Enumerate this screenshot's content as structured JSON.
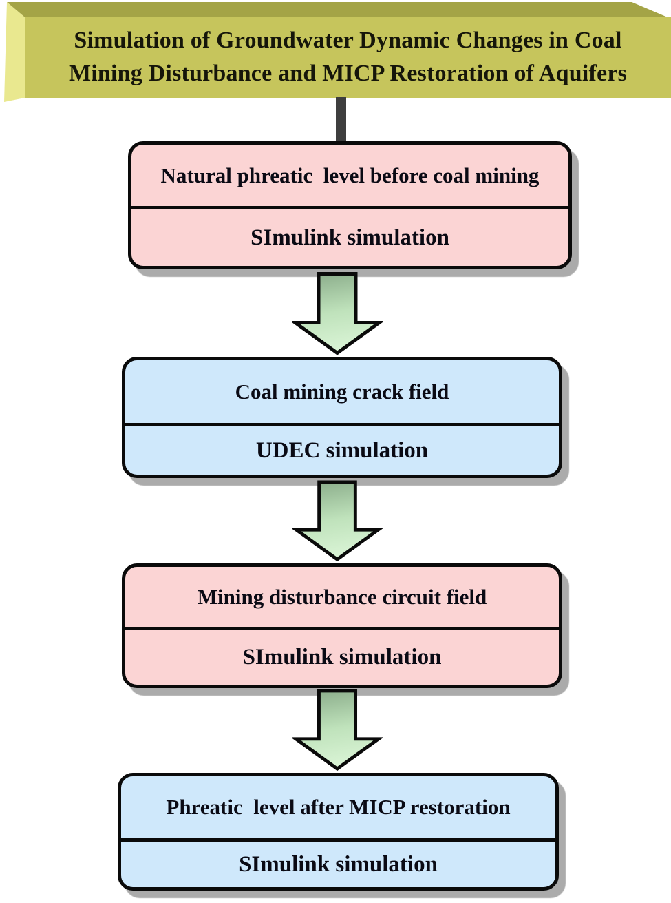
{
  "diagram": {
    "title": {
      "line1": "Simulation of Groundwater Dynamic Changes in Coal",
      "line2": "Mining Disturbance and MICP Restoration of Aquifers",
      "full": "Simulation of Groundwater Dynamic Changes in Coal Mining Disturbance and MICP Restoration of Aquifers"
    },
    "steps": [
      {
        "heading": "Natural phreatic  level before coal mining",
        "method": "SImulink simulation",
        "theme": "pink"
      },
      {
        "heading": "Coal mining crack field",
        "method": "UDEC simulation",
        "theme": "blue"
      },
      {
        "heading": "Mining disturbance circuit field",
        "method": "SImulink simulation",
        "theme": "pink"
      },
      {
        "heading": "Phreatic  level after MICP restoration",
        "method": "SImulink simulation",
        "theme": "blue"
      }
    ],
    "colors": {
      "title_face": "#c6c55c",
      "title_bevel_top": "#a4a446",
      "title_bevel_left": "#e9e88f",
      "step_pink": "#fbd4d4",
      "step_blue": "#cfe8fb",
      "arrow_green_dark": "#87a987",
      "arrow_green_mid": "#bfe2bb",
      "arrow_green_light": "#d8f3d4",
      "outline": "#0a0a0a",
      "shadow": "#ababab",
      "connector": "#3e3e3e"
    }
  }
}
